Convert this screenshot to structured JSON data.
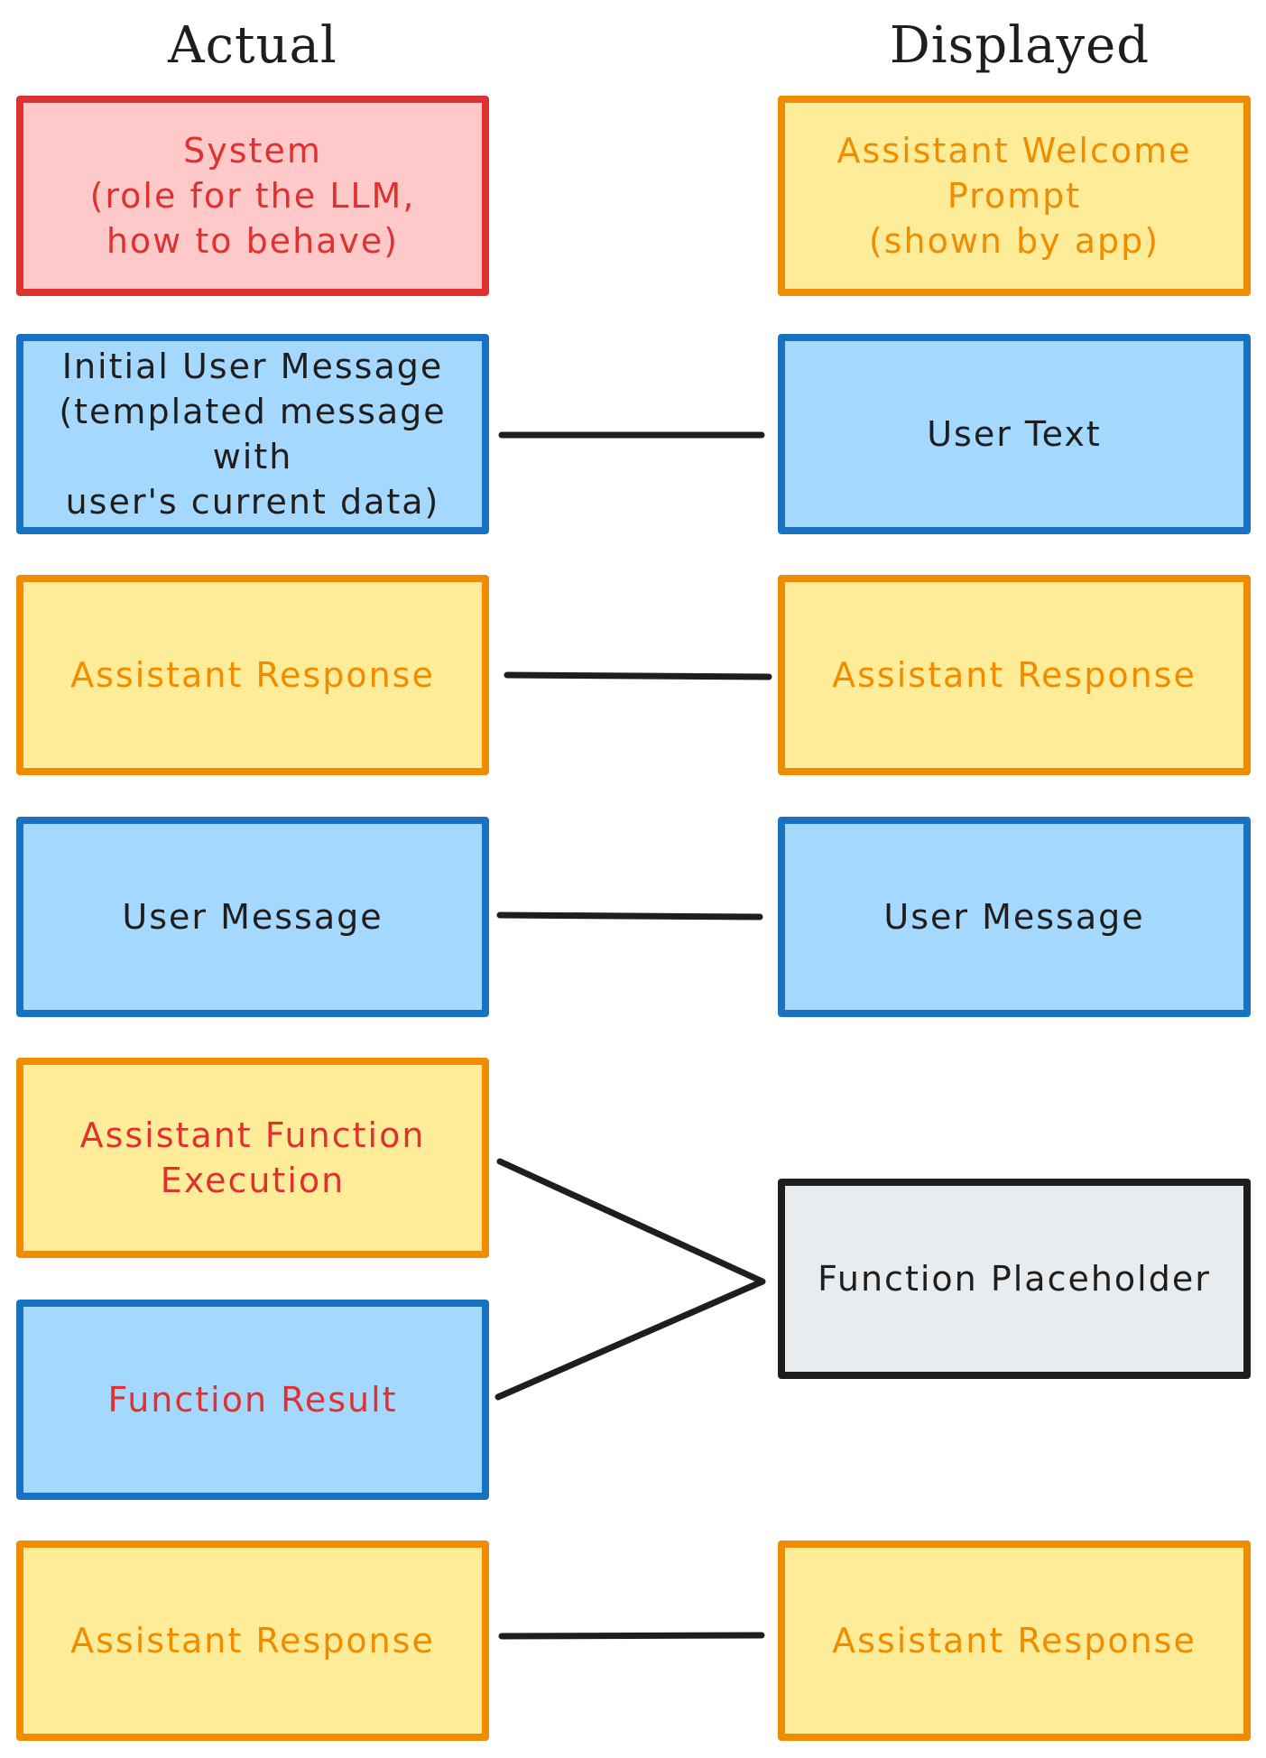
{
  "headings": {
    "actual": "Actual",
    "displayed": "Displayed"
  },
  "actual": [
    {
      "text": "System\n(role for the LLM,\nhow to behave)",
      "color": "red"
    },
    {
      "text": "Initial User Message\n(templated message with\nuser's current data)",
      "color": "blue"
    },
    {
      "text": "Assistant Response",
      "color": "yellow"
    },
    {
      "text": "User Message",
      "color": "blue"
    },
    {
      "text": "Assistant Function\nExecution",
      "color": "yellow"
    },
    {
      "text": "Function Result",
      "color": "blue"
    },
    {
      "text": "Assistant Response",
      "color": "yellow"
    }
  ],
  "displayed": [
    {
      "text": "Assistant Welcome\nPrompt\n(shown by app)",
      "color": "yellow"
    },
    {
      "text": "User Text",
      "color": "blue"
    },
    {
      "text": "Assistant Response",
      "color": "yellow"
    },
    {
      "text": "User Message",
      "color": "blue"
    },
    {
      "text": "Function Placeholder",
      "color": "gray"
    },
    {
      "text": "Assistant Response",
      "color": "yellow"
    }
  ],
  "palette": {
    "red_fill": "#ffc9c9",
    "red_stroke": "#e03131",
    "blue_fill": "#a5d8ff",
    "blue_stroke": "#1971c2",
    "yellow_fill": "#ffec99",
    "yellow_stroke": "#f08c00",
    "gray_fill": "#e9ecef",
    "gray_stroke": "#1e1e1e"
  }
}
